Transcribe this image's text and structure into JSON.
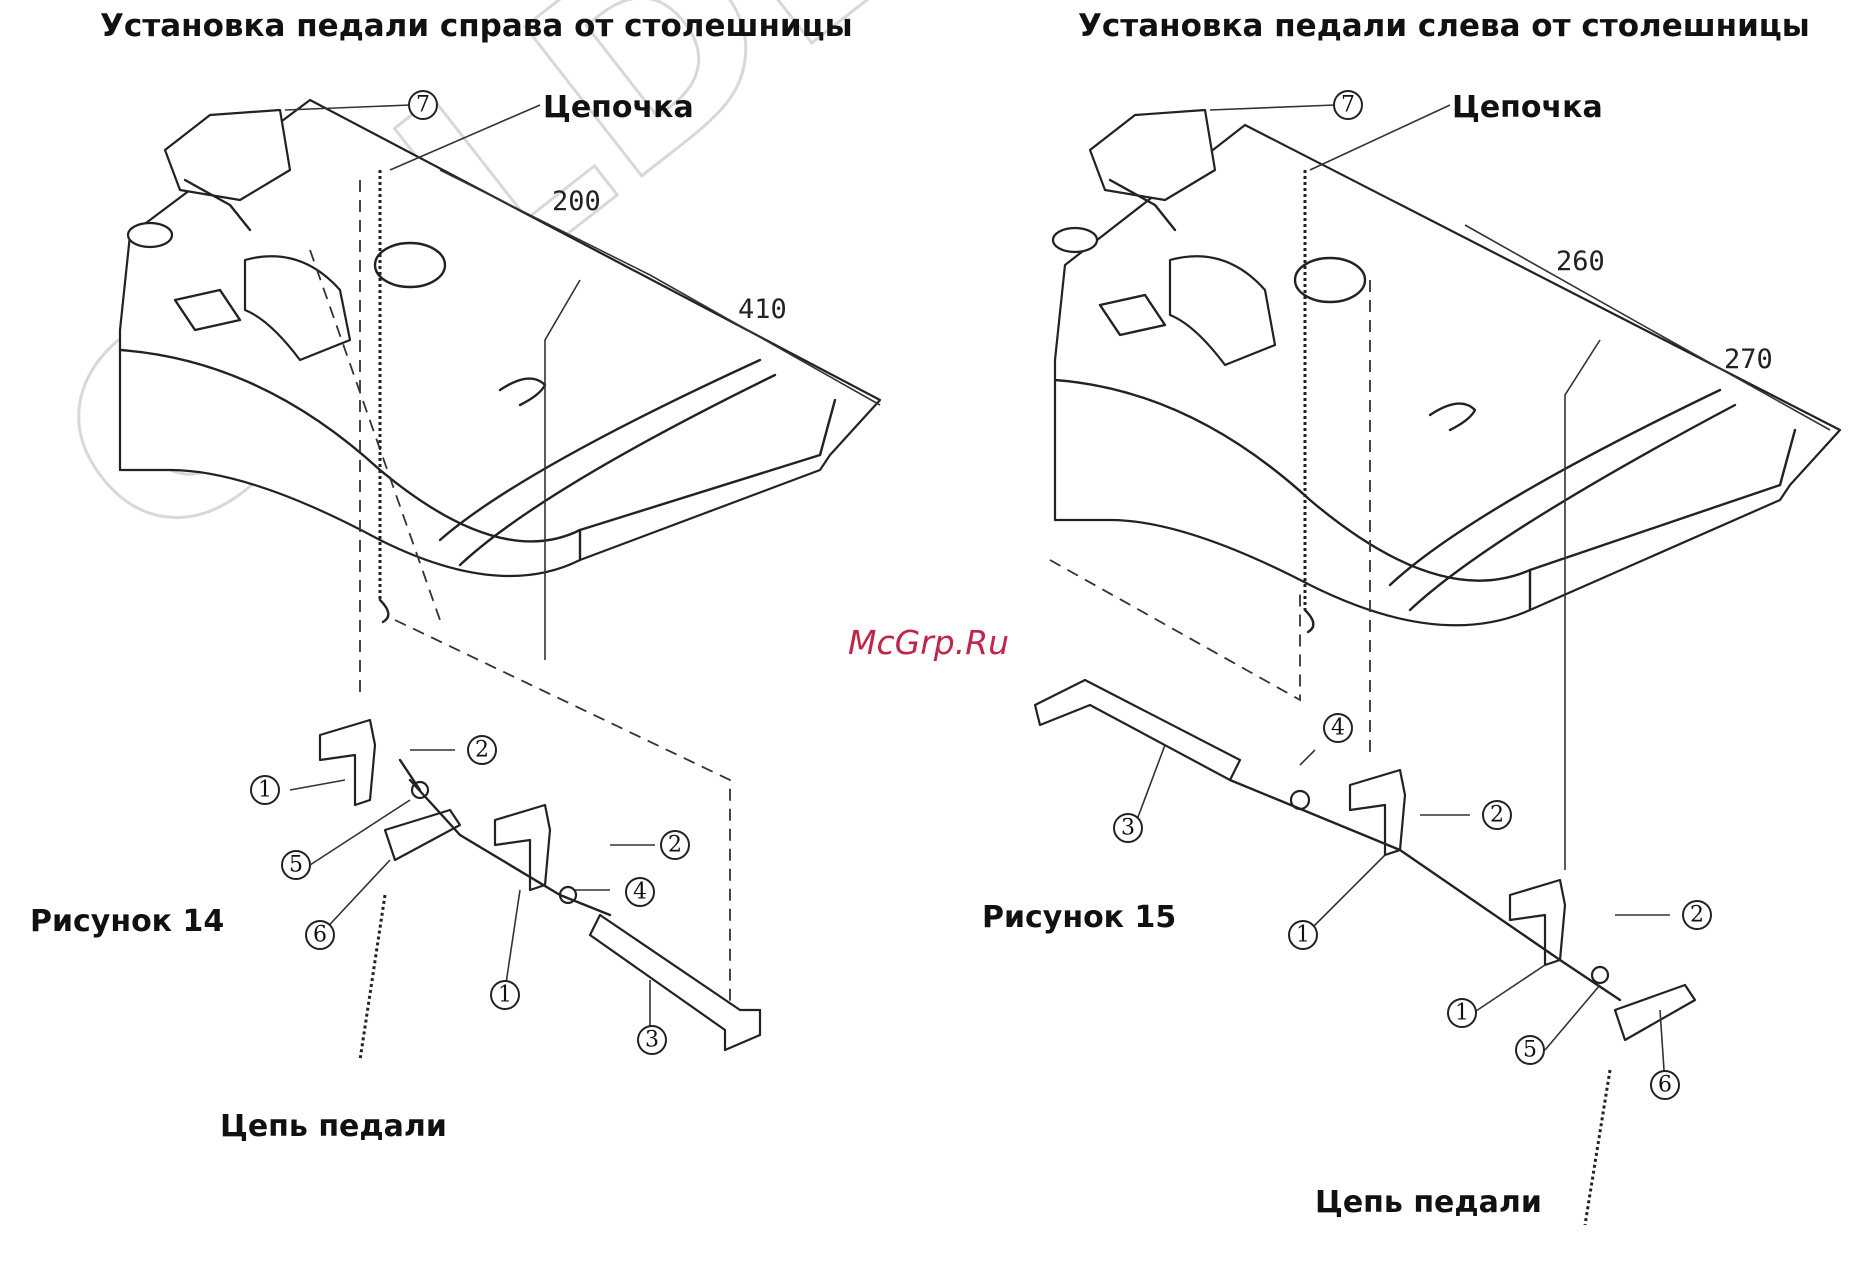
{
  "headings": {
    "right_install": "Установка педали справа от столешницы",
    "left_install": "Установка педали слева от столешницы"
  },
  "figures": {
    "fig14": "Рисунок 14",
    "fig15": "Рисунок 15"
  },
  "labels": {
    "chain_left": "Цепочка",
    "chain_right": "Цепочка",
    "pedal_chain_left": "Цепь педали",
    "pedal_chain_right": "Цепь педали"
  },
  "dimensions": {
    "fig14_a": "200",
    "fig14_b": "410",
    "fig15_a": "260",
    "fig15_b": "270"
  },
  "callouts": {
    "n1": "1",
    "n2": "2",
    "n3": "3",
    "n4": "4",
    "n5": "5",
    "n6": "6",
    "n7": "7"
  },
  "watermark": "GOLDEN",
  "site": "McGrp.Ru"
}
